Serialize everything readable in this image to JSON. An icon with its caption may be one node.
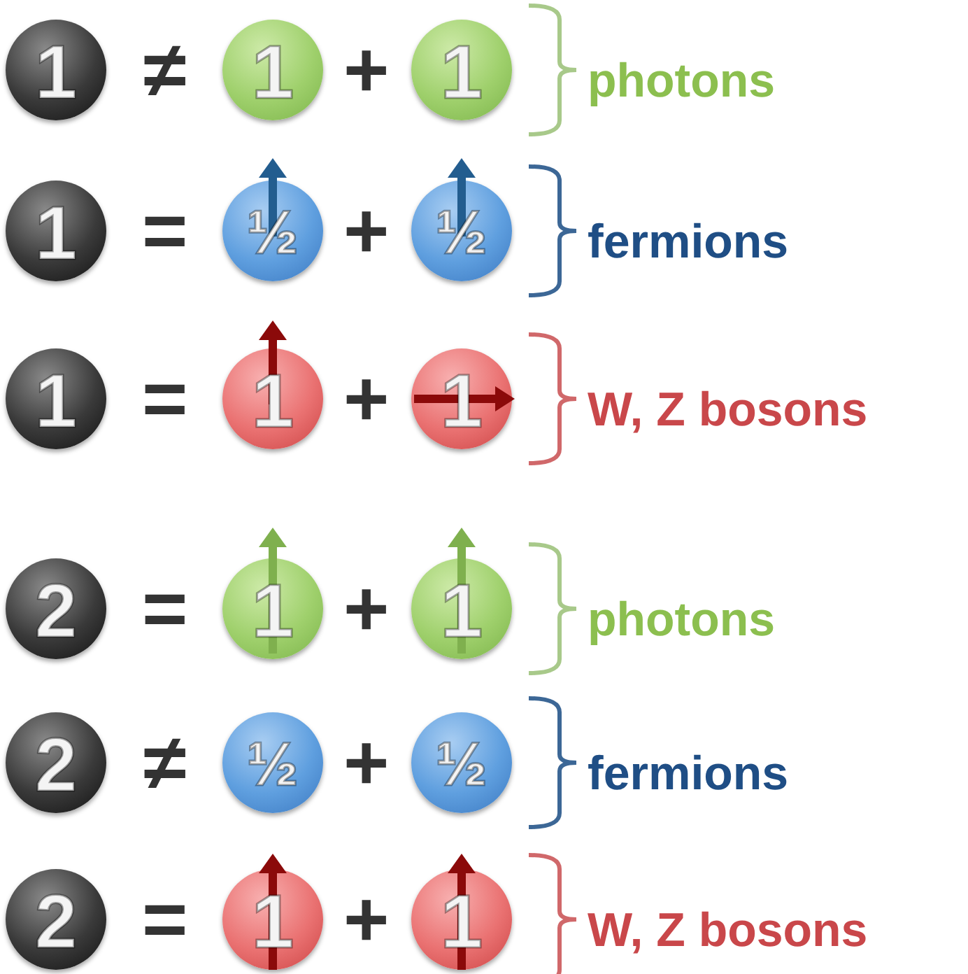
{
  "diagram": {
    "nodes": [
      {
        "text": [
          "1"
        ]
      },
      {
        "text": [
          "1"
        ]
      },
      {
        "text": [
          "1"
        ]
      },
      {
        "text": [
          "1"
        ]
      },
      {
        "text": [
          "½"
        ]
      },
      {
        "text": [
          "½"
        ]
      },
      {
        "text": [
          "1"
        ]
      },
      {
        "text": [
          "1"
        ]
      },
      {
        "text": [
          "1"
        ]
      },
      {
        "text": [
          "2"
        ]
      },
      {
        "text": [
          "1"
        ]
      },
      {
        "text": [
          "1"
        ]
      },
      {
        "text": [
          "2"
        ]
      },
      {
        "text": [
          "½"
        ]
      },
      {
        "text": [
          "½"
        ]
      },
      {
        "text": [
          "2"
        ]
      },
      {
        "text": [
          "1"
        ]
      },
      {
        "text": [
          "1"
        ]
      }
    ],
    "labels": [
      "≠",
      "+",
      "photons",
      "=",
      "+",
      "fermions",
      "=",
      "+",
      "W, Z bosons",
      "=",
      "+",
      "photons",
      "≠",
      "+",
      "fermions",
      "=",
      "+",
      "W, Z bosons"
    ]
  }
}
